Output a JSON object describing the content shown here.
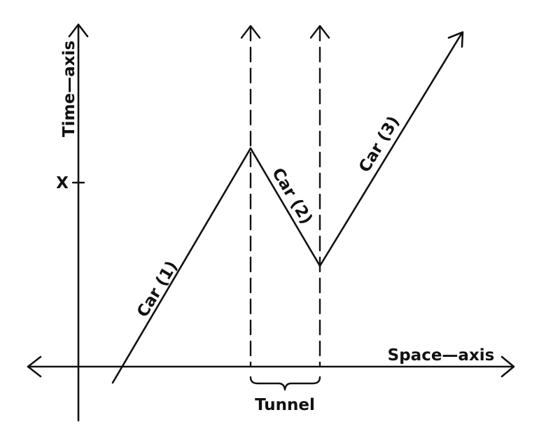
{
  "axes": {
    "time_label": "Time—axis",
    "space_label": "Space—axis",
    "x_tick_label": "X"
  },
  "tunnel": {
    "label": "Tunnel"
  },
  "cars": [
    {
      "label": "Car (1)"
    },
    {
      "label": "Car (2)"
    },
    {
      "label": "Car (3)"
    }
  ],
  "colors": {
    "ink": "#111111",
    "background": "#ffffff"
  }
}
